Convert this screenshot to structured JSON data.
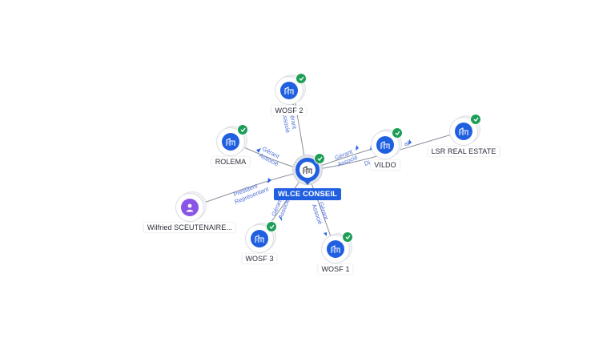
{
  "nodes": {
    "center": {
      "label": "WLCE CONSEIL"
    },
    "wosf2": {
      "label": "WOSF 2"
    },
    "rolema": {
      "label": "ROLEMA"
    },
    "vildo": {
      "label": "VILDO"
    },
    "lsr": {
      "label": "LSR REAL ESTATE"
    },
    "wilfried": {
      "label": "Wilfried SCEUTENAIRE..."
    },
    "wosf3": {
      "label": "WOSF 3"
    },
    "wosf1": {
      "label": "WOSF 1"
    }
  },
  "edges": {
    "wosf2": {
      "l1": "Gérant",
      "l2": "Associé"
    },
    "rolema": {
      "l1": "Gérant",
      "l2": "Associé"
    },
    "vildo": {
      "l1": "Gérant",
      "l2": "Associé"
    },
    "lsr": {
      "l1": "Di",
      "l2": "al"
    },
    "wilfried": {
      "l1": "Président",
      "l2": "Représentant"
    },
    "wosf3": {
      "l1": "Gérant",
      "l2": "Associé"
    },
    "wosf1": {
      "l1": "Gérant",
      "l2": "Associé"
    }
  },
  "colors": {
    "company": "#1f5fe0",
    "person": "#8a55e6",
    "check": "#1e9e57",
    "link_label": "#4d6fd6"
  },
  "icons": {
    "company": "building-icon",
    "person": "person-icon",
    "status": "check-icon"
  }
}
